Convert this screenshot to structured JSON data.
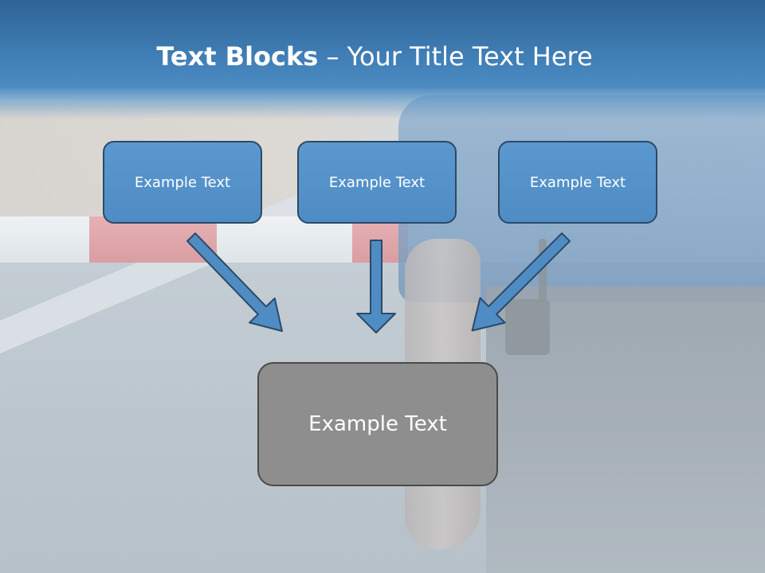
{
  "slide": {
    "title_bold": "Text Blocks",
    "title_separator": " – ",
    "title_rest": "Your Title Text Here"
  },
  "boxes": {
    "left": "Example Text",
    "middle": "Example Text",
    "right": "Example Text",
    "bottom": "Example Text"
  },
  "colors": {
    "header": "#3f7db4",
    "box_top_fill": "#4f8cc4",
    "box_bottom_fill": "#8e8e8e",
    "arrow_fill": "#4f8cc4",
    "arrow_stroke": "#2b4a68"
  }
}
